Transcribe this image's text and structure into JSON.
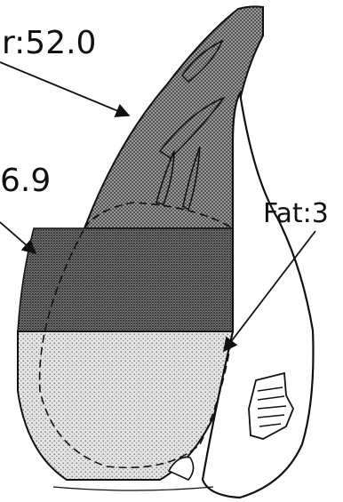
{
  "figure": {
    "labels": {
      "top_left": "r:52.0",
      "middle_left": "6.9",
      "right": "Fat:3"
    },
    "colors": {
      "ink": "#111111",
      "dense_stipple": "#8a8a8a",
      "darkest_band": "#6e6e6e",
      "light_stipple": "#d6d6d6",
      "background": "#ffffff"
    }
  }
}
